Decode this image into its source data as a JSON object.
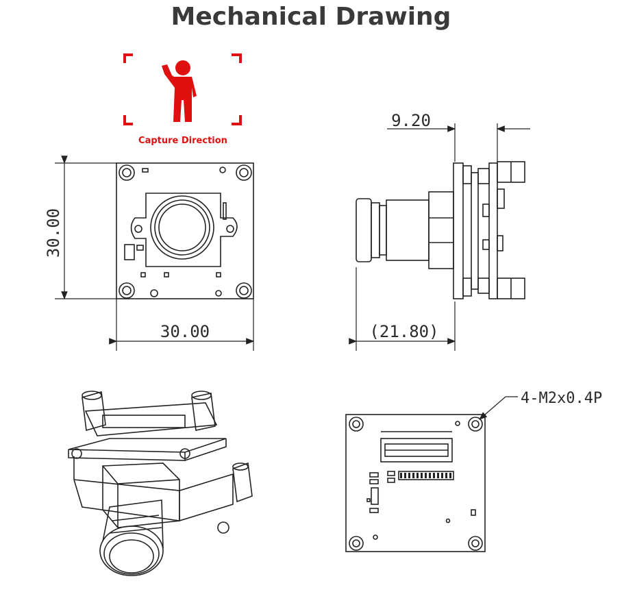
{
  "title": "Mechanical Drawing",
  "capture_label": "Capture Direction",
  "dimensions": {
    "front_height": "30.00",
    "front_width": "30.00",
    "side_top": "9.20",
    "side_bottom": "(21.80)"
  },
  "screw_callout": "4-M2x0.4P",
  "colors": {
    "accent": "#e01010",
    "line": "#222222",
    "title": "#3a3a3a"
  }
}
